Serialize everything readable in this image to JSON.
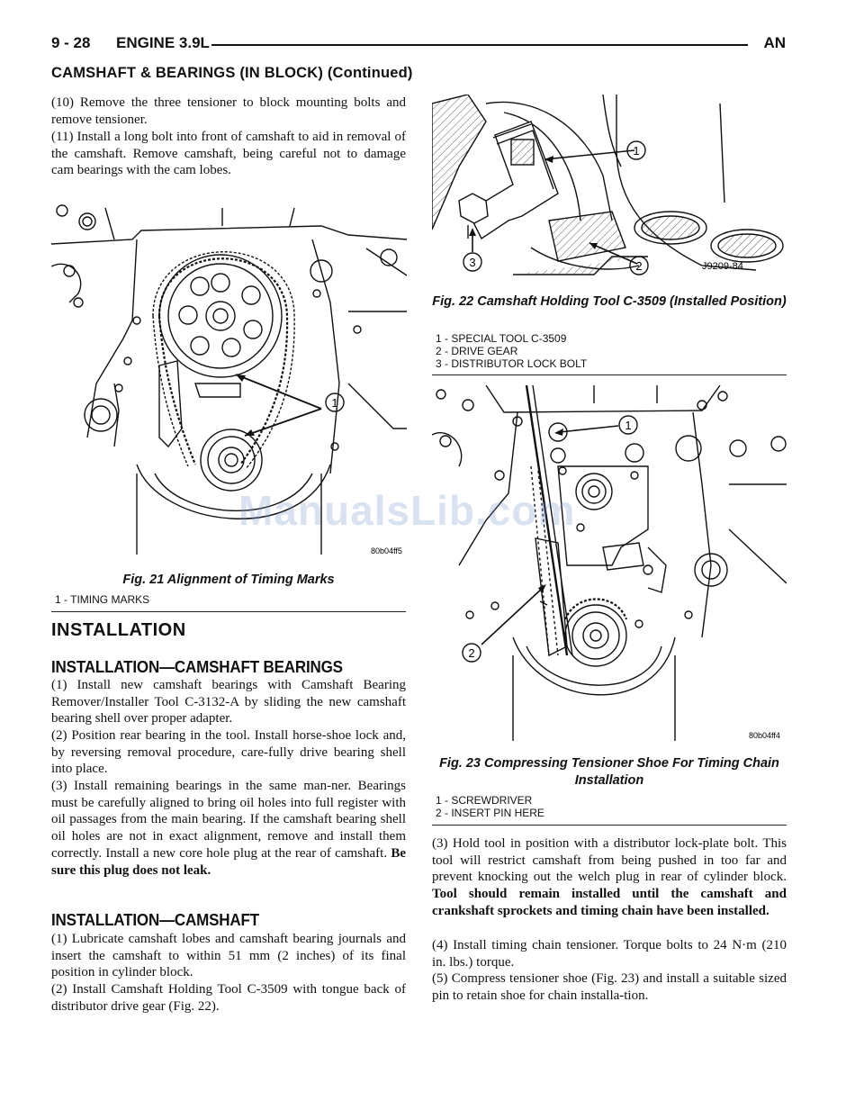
{
  "header": {
    "page_number": "9 - 28",
    "chapter": "ENGINE 3.9L",
    "model": "AN"
  },
  "section_title": "CAMSHAFT & BEARINGS (IN BLOCK) (Continued)",
  "left_top": {
    "step10": "(10) Remove the three tensioner to block mounting bolts and remove tensioner.",
    "step11": "(11) Install a long bolt into front of camshaft to aid in removal of the camshaft. Remove camshaft, being careful not to damage cam bearings with the cam lobes."
  },
  "fig21": {
    "caption": "Fig. 21 Alignment of Timing Marks",
    "legend": [
      "1 - TIMING MARKS"
    ],
    "code": "80b04ff5",
    "callout": "1"
  },
  "fig22": {
    "caption": "Fig. 22 Camshaft Holding Tool C-3509 (Installed Position)",
    "legend": [
      "1 - SPECIAL TOOL C-3509",
      "2 - DRIVE GEAR",
      "3 - DISTRIBUTOR LOCK BOLT"
    ],
    "code": "J9209-84",
    "callouts": [
      "1",
      "2",
      "3"
    ]
  },
  "fig23": {
    "caption": "Fig. 23 Compressing Tensioner Shoe For Timing Chain Installation",
    "legend": [
      "1 - SCREWDRIVER",
      "2 - INSERT PIN HERE"
    ],
    "code": "80b04ff4",
    "callouts": [
      "1",
      "2"
    ]
  },
  "installation": {
    "heading": "INSTALLATION",
    "bearings_heading": "INSTALLATION—CAMSHAFT BEARINGS",
    "bearings_steps": [
      "(1) Install new camshaft bearings with Camshaft Bearing Remover/Installer Tool C-3132-A by sliding the new camshaft bearing shell over proper adapter.",
      "(2) Position rear bearing in the tool. Install horse-shoe lock and, by reversing removal procedure, care-fully drive bearing shell into place.",
      "(3) Install remaining bearings in the same man-ner. Bearings must be carefully aligned to bring oil holes into full register with oil passages from the main bearing. If the camshaft bearing shell oil holes are not in exact alignment, remove and install them correctly. Install a new core hole plug at the rear of camshaft."
    ],
    "bearings_bold": "Be sure this plug does not leak.",
    "camshaft_heading": "INSTALLATION—CAMSHAFT",
    "camshaft_steps": [
      "(1) Lubricate camshaft lobes and camshaft bearing journals and insert the camshaft to within 51 mm (2 inches) of its final position in cylinder block.",
      "(2) Install Camshaft Holding Tool C-3509 with tongue back of distributor drive gear (Fig. 22)."
    ]
  },
  "right_text": {
    "step3": "(3) Hold tool in position with a distributor lock-plate bolt. This tool will restrict camshaft from being pushed in too far and prevent knocking out the welch plug in rear of cylinder block.",
    "step3_bold": "Tool should remain installed until the camshaft and crankshaft sprockets and timing chain have been installed.",
    "step4": "(4) Install timing chain tensioner. Torque bolts to 24 N·m (210 in. lbs.) torque.",
    "step5": "(5) Compress tensioner shoe (Fig. 23) and install a suitable sized pin to retain shoe for chain installa-tion."
  },
  "watermark": "ManualsLib.com"
}
